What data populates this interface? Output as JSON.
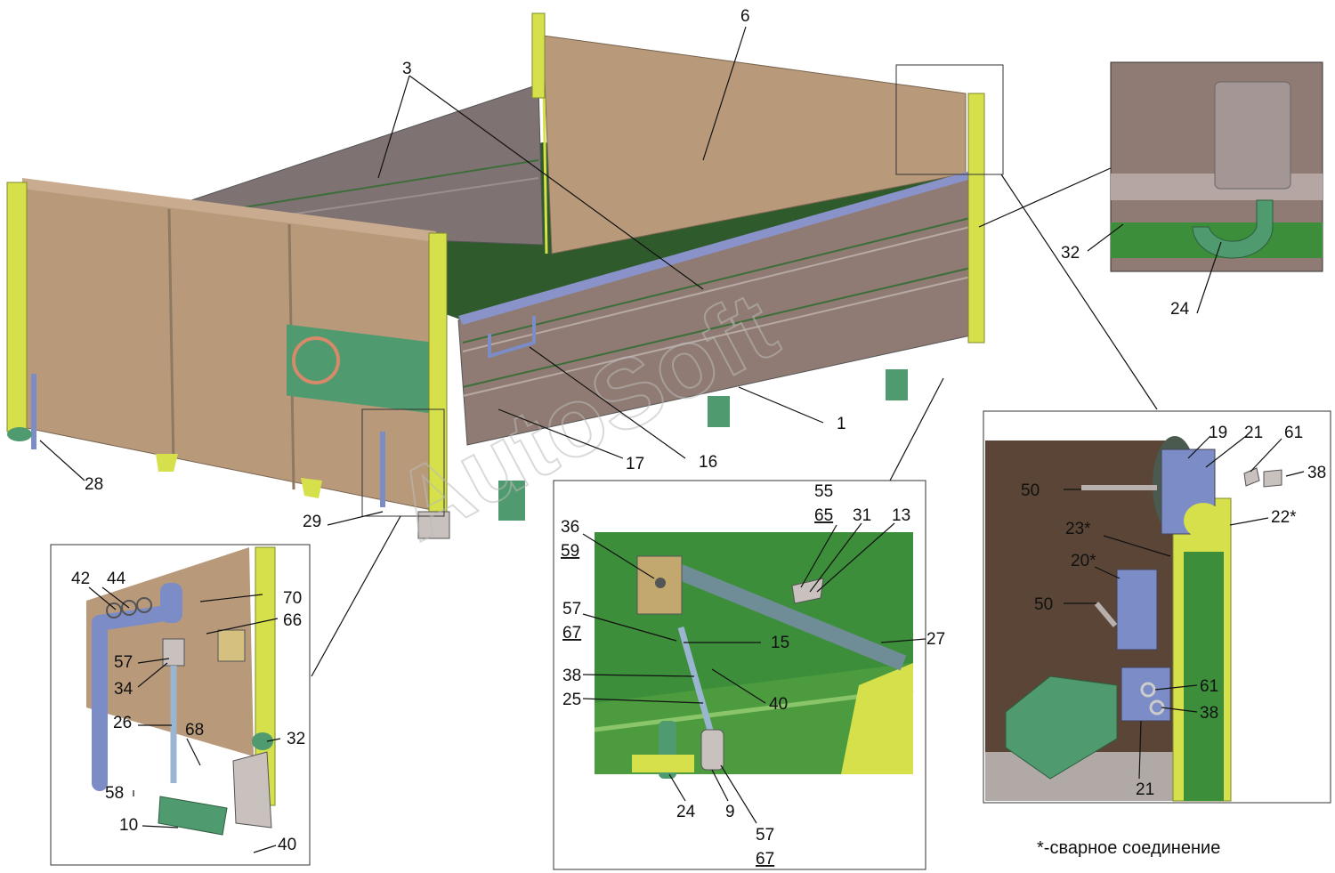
{
  "watermark": "AutoSoft",
  "footnote": "*-сварное соединение",
  "main_labels": {
    "l3": "3",
    "l6": "6",
    "l1": "1",
    "l16": "16",
    "l17": "17",
    "l28": "28",
    "l29": "29"
  },
  "inset_top_right": {
    "l32": "32",
    "l24": "24"
  },
  "inset_bottom_left": {
    "l42": "42",
    "l44": "44",
    "l70": "70",
    "l66": "66",
    "l57": "57",
    "l34": "34",
    "l26": "26",
    "l68": "68",
    "l32": "32",
    "l58": "58",
    "l10": "10",
    "l40": "40"
  },
  "inset_bottom_center": {
    "l55": "55",
    "l65": "65",
    "l31": "31",
    "l13": "13",
    "l36": "36",
    "l59": "59",
    "l57": "57",
    "l67": "67",
    "l15": "15",
    "l27": "27",
    "l38": "38",
    "l25": "25",
    "l40": "40",
    "l24": "24",
    "l9": "9",
    "l57b": "57",
    "l67b": "67"
  },
  "inset_right": {
    "l19": "19",
    "l21": "21",
    "l61": "61",
    "l38": "38",
    "l50": "50",
    "l22": "22*",
    "l23": "23*",
    "l20": "20*",
    "l50b": "50",
    "l61b": "61",
    "l38b": "38",
    "l21b": "21"
  },
  "colors": {
    "panel": "#b89a7b",
    "panel_dark": "#8f7b73",
    "frame_yellow": "#d5e04b",
    "floor": "#2f5a2c",
    "part_green": "#4f9a6e",
    "part_blue": "#7b8cc6",
    "inset_bg_green": "#3c8e3a"
  }
}
